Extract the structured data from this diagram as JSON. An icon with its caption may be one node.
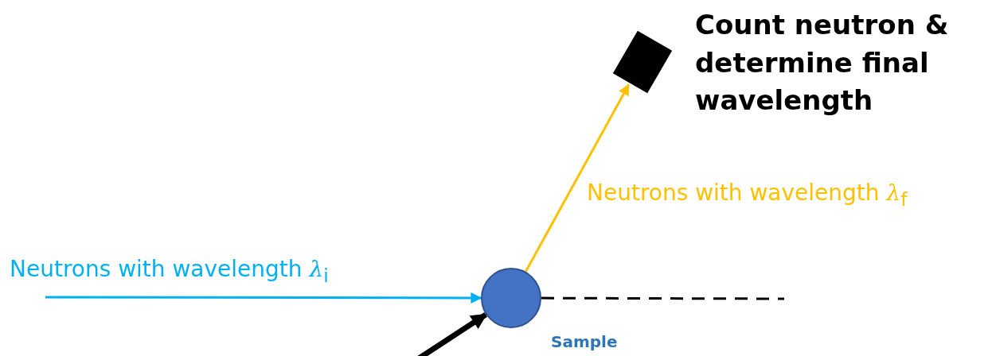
{
  "diagram": {
    "nodes": [
      {
        "text": [],
        "shape": "circle",
        "beside": [
          "Sample"
        ]
      },
      {
        "text": [],
        "shape": "box",
        "beside": [
          "Count neutron & determine final wavelength"
        ]
      }
    ],
    "edges": [
      {
        "from": null,
        "to": 0,
        "arrow": "to",
        "label": "Neutrons with wavelength *λ*$_{i}$",
        "color": "#00b0f0"
      },
      {
        "from": 0,
        "to": 1,
        "arrow": "to",
        "label": "Neutrons with wavelength *λ*$_{f}$",
        "color": "#ffc000"
      },
      {
        "from": null,
        "to": 0,
        "arrow": "to",
        "style": "thick"
      },
      {
        "from": 0,
        "to": null,
        "arrow": "none",
        "style": "dashed"
      }
    ]
  }
}
